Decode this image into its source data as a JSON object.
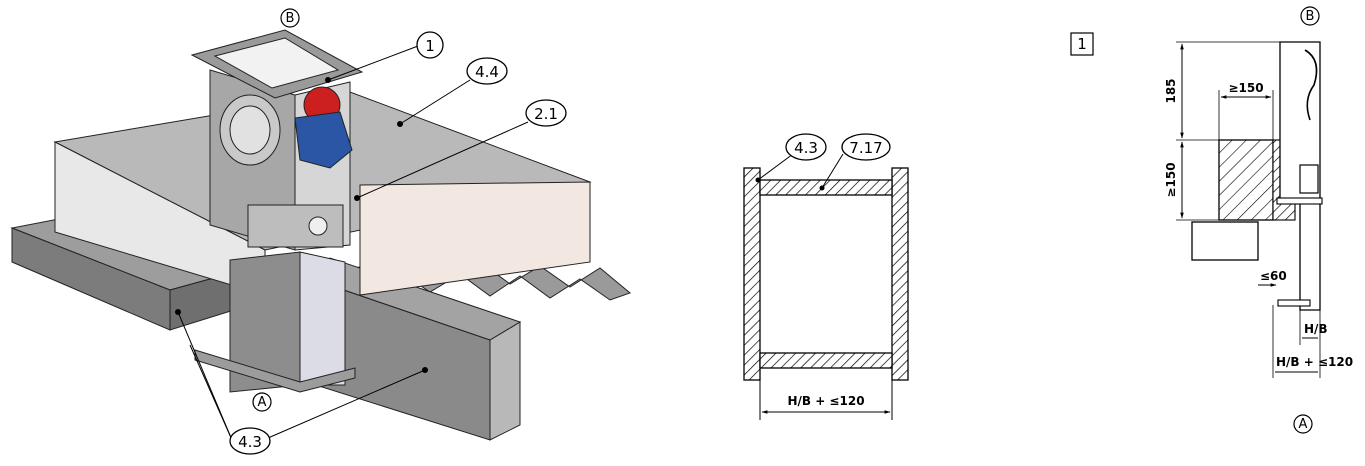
{
  "view_markers": {
    "top": "B",
    "bottom": "A"
  },
  "callouts": {
    "part_1": "1",
    "part_4_4": "4.4",
    "part_2_1": "2.1",
    "part_4_3": "4.3",
    "part_7_17": "7.17"
  },
  "detail_box": "1",
  "dimensions": {
    "section_width": "H/B + ≤120",
    "d185": "185",
    "ge150_top": "≥150",
    "ge150_side": "≥150",
    "le60": "≤60",
    "hb": "H/B",
    "hb_plus": "H/B + ≤120"
  },
  "colors": {
    "slab_top": "#b9b9b9",
    "slab_front": "#e8e8e8",
    "slab_front_pink": "#f3e7e2",
    "duct_dark": "#8c8c8c",
    "duct_mid": "#a8a8a8",
    "damper_body": "#d6d6d6",
    "actuator_red": "#cc1f1f",
    "actuator_blue": "#2b55a5"
  }
}
